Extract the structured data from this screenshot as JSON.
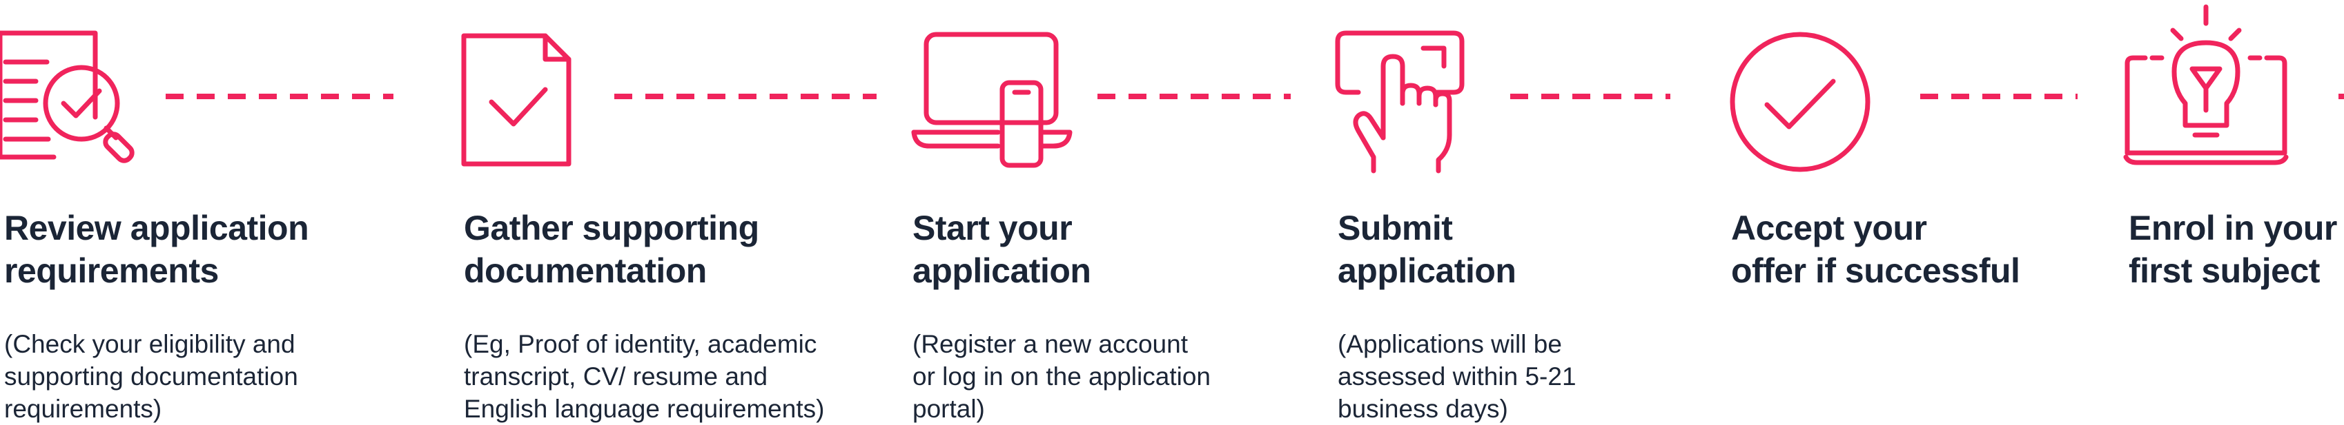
{
  "brand": {
    "accent": "#f0245c",
    "text": "#1b2536"
  },
  "steps": [
    {
      "title_l1": "Review application",
      "title_l2": "requirements",
      "desc_l1": "(Check your eligibility and",
      "desc_l2": "supporting documentation",
      "desc_l3": "requirements)",
      "icon": "document-search-icon"
    },
    {
      "title_l1": "Gather supporting",
      "title_l2": "documentation",
      "desc_l1": "(Eg, Proof of identity, academic",
      "desc_l2": "transcript, CV/ resume and",
      "desc_l3": "English language requirements)",
      "icon": "document-check-icon"
    },
    {
      "title_l1": "Start your",
      "title_l2": "application",
      "desc_l1": "(Register a new account",
      "desc_l2": "or log in on the application",
      "desc_l3": "portal)",
      "icon": "laptop-phone-icon"
    },
    {
      "title_l1": "Submit",
      "title_l2": "application",
      "desc_l1": "(Applications will be",
      "desc_l2": "assessed within 5-21",
      "desc_l3": "business days)",
      "icon": "hand-tap-icon"
    },
    {
      "title_l1": "Accept your",
      "title_l2": "offer if successful",
      "desc_l1": "",
      "desc_l2": "",
      "desc_l3": "",
      "icon": "circle-check-icon"
    },
    {
      "title_l1": "Enrol in your",
      "title_l2": "first subject",
      "desc_l1": "",
      "desc_l2": "",
      "desc_l3": "",
      "icon": "laptop-lightbulb-icon"
    }
  ]
}
